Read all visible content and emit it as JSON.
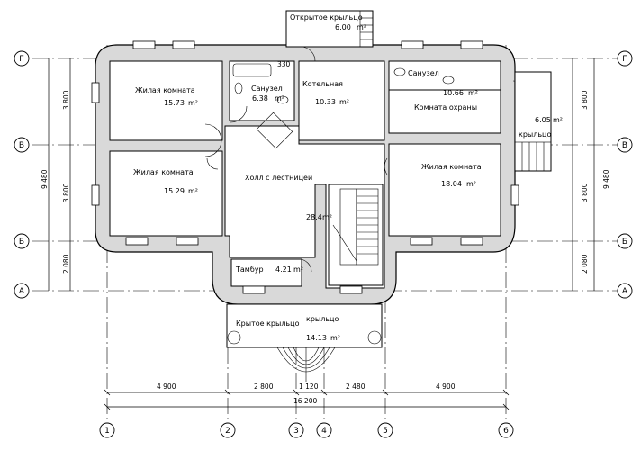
{
  "rooms": {
    "living1": {
      "name": "Жилая комната",
      "area": "15.73",
      "unit": "m2"
    },
    "living2": {
      "name": "Жилая комната",
      "area": "15.29",
      "unit": "m2"
    },
    "living3": {
      "name": "Жилая комната",
      "area": "18.04",
      "unit": "m2"
    },
    "bath1": {
      "name": "Санузел",
      "area": "6.38",
      "unit": "m2"
    },
    "boiler": {
      "name": "Котельная",
      "area": "10.33",
      "unit": "m2"
    },
    "bath2": {
      "name": "Санузел",
      "area": "10.66",
      "unit": "m2"
    },
    "guard": {
      "name": "Комната охраны"
    },
    "hall": {
      "name": "Холл с лестницей",
      "area": "28.4",
      "unit": "m2"
    },
    "vestibule": {
      "name": "Тамбур",
      "area": "4.21",
      "unit": "m2"
    },
    "porch_front": {
      "name": "Крытое крыльцо",
      "area": "14.13",
      "unit": "m2"
    },
    "porch_front_cut": {
      "name": "крыльцо"
    },
    "porch_top": {
      "name": "Открытое крыльцо",
      "area": "6.00",
      "unit": "m2"
    },
    "porch_right": {
      "name": "крыльцо",
      "area": "6.05",
      "unit": "m2"
    }
  },
  "axes": {
    "rows": [
      "Г",
      "В",
      "Б",
      "А"
    ],
    "cols": [
      "1",
      "2",
      "3",
      "4",
      "5",
      "6"
    ]
  },
  "dimensions": {
    "bottom": [
      "4 900",
      "2 800",
      "1 120",
      "2 480",
      "4 900"
    ],
    "total": "16 200",
    "left": [
      "3 800",
      "3 800",
      "2 080"
    ],
    "left_total": "9 480",
    "right": [
      "3 800",
      "3 800",
      "2 080"
    ],
    "right_total": "9 480"
  },
  "fixture_label": "330"
}
